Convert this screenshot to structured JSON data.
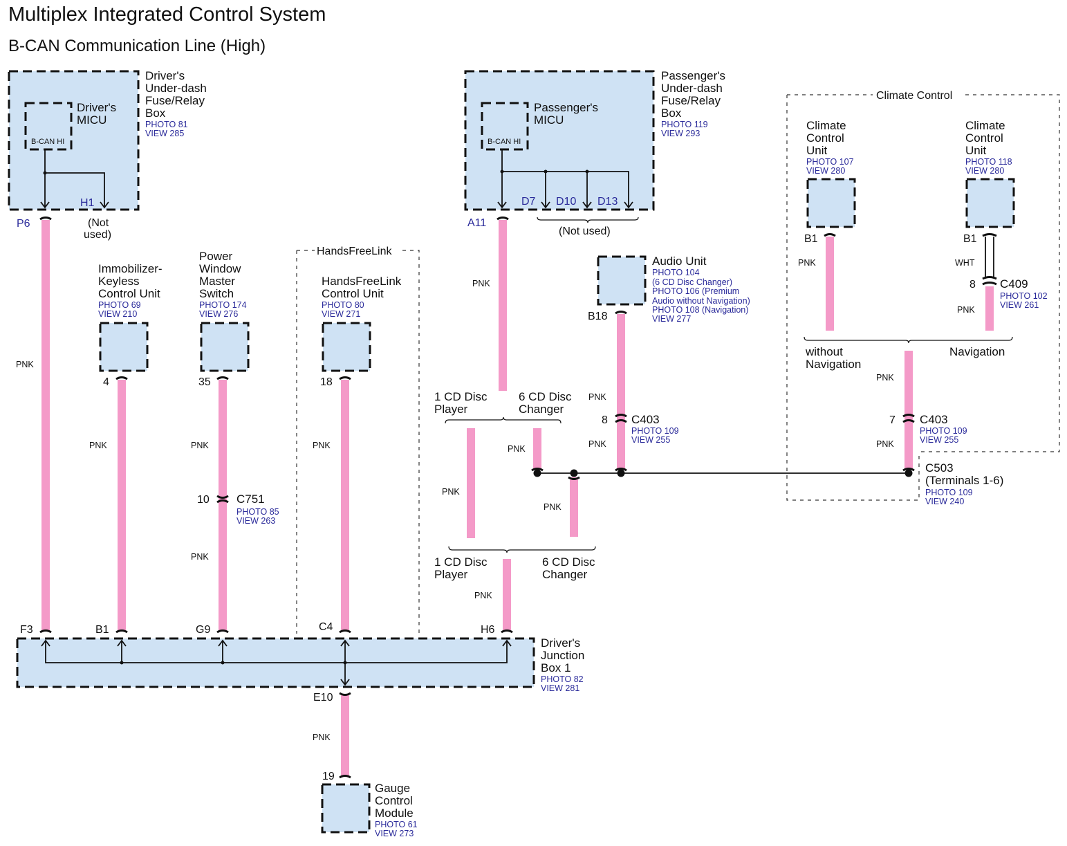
{
  "title": "Multiplex Integrated Control System",
  "subtitle": "B-CAN Communication Line (High)",
  "wire_color_code": "PNK",
  "wire_color_code_alt": "WHT",
  "colors": {
    "wire_pnk": "#f49ac8",
    "component_fill": "#cfe2f4",
    "reference_text": "#2a2a9a"
  },
  "components": {
    "drivers_fuse_box": {
      "name": [
        "Driver's",
        "Under-dash",
        "Fuse/Relay",
        "Box"
      ],
      "photo": "PHOTO 81",
      "view": "VIEW 285"
    },
    "drivers_micu": {
      "name": [
        "Driver's",
        "MICU"
      ],
      "terminal": "B-CAN HI"
    },
    "passengers_fuse_box": {
      "name": [
        "Passenger's",
        "Under-dash",
        "Fuse/Relay",
        "Box"
      ],
      "photo": "PHOTO 119",
      "view": "VIEW 293"
    },
    "passengers_micu": {
      "name": [
        "Passenger's",
        "MICU"
      ],
      "terminal": "B-CAN HI"
    },
    "immobilizer": {
      "name": [
        "Immobilizer-",
        "Keyless",
        "Control Unit"
      ],
      "photo": "PHOTO 69",
      "view": "VIEW 210",
      "pin": "4"
    },
    "power_window": {
      "name": [
        "Power",
        "Window",
        "Master",
        "Switch"
      ],
      "photo": "PHOTO 174",
      "view": "VIEW 276",
      "pin": "35"
    },
    "handsfreelink": {
      "group": "HandsFreeLink",
      "name": [
        "HandsFreeLink",
        "Control Unit"
      ],
      "photo": "PHOTO 80",
      "view": "VIEW 271",
      "pin": "18"
    },
    "audio_unit": {
      "name": "Audio Unit",
      "refs": [
        "PHOTO 104",
        "(6 CD Disc Changer)",
        "PHOTO 106 (Premium",
        "Audio without Navigation)",
        "PHOTO 108 (Navigation)",
        "VIEW 277"
      ],
      "pin": "B18"
    },
    "climate_group": "Climate Control",
    "climate_unit_1": {
      "name": [
        "Climate",
        "Control",
        "Unit"
      ],
      "photo": "PHOTO 107",
      "view": "VIEW 280",
      "pin": "B1"
    },
    "climate_unit_2": {
      "name": [
        "Climate",
        "Control",
        "Unit"
      ],
      "photo": "PHOTO 118",
      "view": "VIEW 280",
      "pin": "B1"
    },
    "junction_box": {
      "name": [
        "Driver's",
        "Junction",
        "Box 1"
      ],
      "photo": "PHOTO 82",
      "view": "VIEW 281"
    },
    "gauge": {
      "name": [
        "Gauge",
        "Control",
        "Module"
      ],
      "photo": "PHOTO 61",
      "view": "VIEW 273",
      "pin": "19"
    }
  },
  "pins": {
    "p6": "P6",
    "h1": "H1",
    "not_used": [
      "(Not",
      "used)"
    ],
    "a11": "A11",
    "d7": "D7",
    "d10": "D10",
    "d13": "D13",
    "not_used_2": "(Not used)",
    "f3": "F3",
    "b1": "B1",
    "g9": "G9",
    "c4": "C4",
    "h6": "H6",
    "e10": "E10"
  },
  "connectors": {
    "c751": {
      "id": "C751",
      "pin": "10",
      "photo": "PHOTO 85",
      "view": "VIEW 263"
    },
    "c403_a": {
      "id": "C403",
      "pin": "8",
      "photo": "PHOTO 109",
      "view": "VIEW 255"
    },
    "c403_b": {
      "id": "C403",
      "pin": "7",
      "photo": "PHOTO 109",
      "view": "VIEW 255"
    },
    "c409": {
      "id": "C409",
      "pin": "8",
      "photo": "PHOTO 102",
      "view": "VIEW 261"
    },
    "c503": {
      "id": "C503",
      "note": "(Terminals 1-6)",
      "photo": "PHOTO 109",
      "view": "VIEW 240"
    }
  },
  "options": {
    "cd1_top": [
      "1 CD Disc",
      "Player"
    ],
    "cd6_top": [
      "6 CD Disc",
      "Changer"
    ],
    "cd1_bot": [
      "1 CD Disc",
      "Player"
    ],
    "cd6_bot": [
      "6 CD Disc",
      "Changer"
    ],
    "without_nav": [
      "without",
      "Navigation"
    ],
    "nav": "Navigation"
  }
}
